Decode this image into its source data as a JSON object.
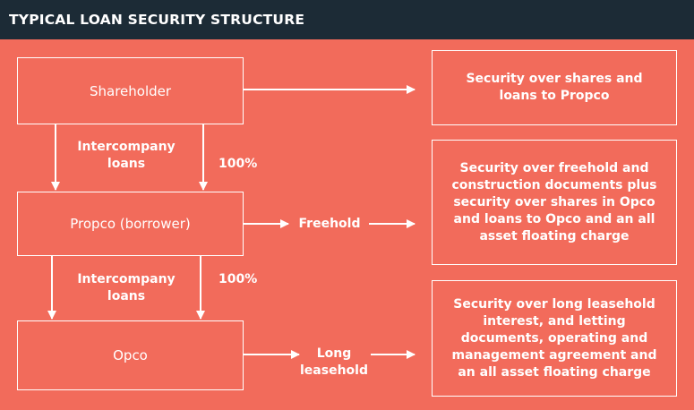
{
  "header": {
    "title": "TYPICAL LOAN SECURITY STRUCTURE"
  },
  "entities": {
    "shareholder": "Shareholder",
    "propco": "Propco (borrower)",
    "opco": "Opco"
  },
  "security": {
    "shareholder": "Security over shares and loans to Propco",
    "propco": "Security over freehold and construction documents plus security over shares in Opco and loans to Opco and an all asset floating charge",
    "opco": "Security over long leasehold interest, and letting documents, operating and management agreement and an all asset floating charge"
  },
  "labels": {
    "intercompany_1": "Intercompany loans",
    "ownership_1": "100%",
    "intercompany_2": "Intercompany loans",
    "ownership_2": "100%",
    "freehold": "Freehold",
    "long_leasehold": "Long leasehold"
  },
  "colors": {
    "background": "#f26b5b",
    "header": "#1c2b36",
    "foreground": "#ffffff"
  }
}
